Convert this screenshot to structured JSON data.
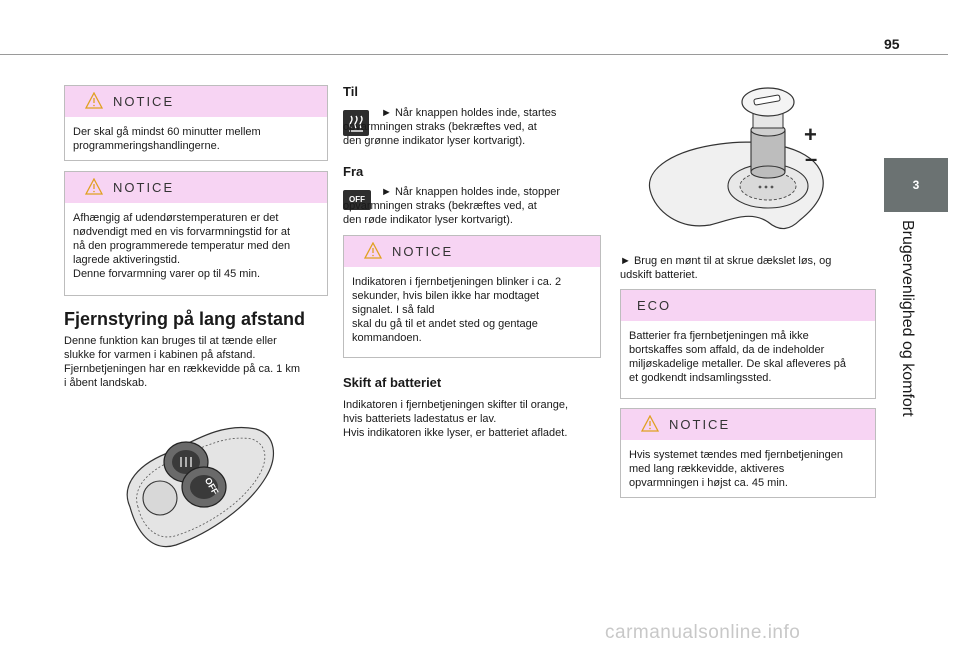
{
  "page": {
    "number": "95",
    "chapter_number": "3",
    "chapter_title": "Brugervenlighed og komfort"
  },
  "notice1": {
    "title": "NOTICE",
    "body": "Der skal gå mindst 60 minutter mellem\nprogrammeringshandlingerne."
  },
  "notice2": {
    "title": "NOTICE",
    "body": "Afhængig af udendørstemperaturen er det\nnødvendigt med en vis forvarmningstid for at\nnå den programmerede temperatur med den\nlagrede aktiveringstid.\nDenne forvarmning varer op til 45 min."
  },
  "remote_section": {
    "heading": "Fjernstyring på lang afstand",
    "body": "Denne funktion kan bruges til at tænde eller\nslukke for varmen i kabinen på afstand.\nFjernbetjeningen har en rækkevidde på ca. 1 km\ni åbent landskab."
  },
  "til": {
    "heading": "Til",
    "body": "► Når knappen holdes inde, startes\nopvarmningen straks (bekræftes ved, at\nden grønne indikator lyser kortvarigt)."
  },
  "fra": {
    "heading": "Fra",
    "icon_label": "OFF",
    "body": "► Når knappen holdes inde, stopper\nopvarmningen straks (bekræftes ved, at\nden røde indikator lyser kortvarigt)."
  },
  "notice3": {
    "title": "NOTICE",
    "body": "Indikatoren i fjernbetjeningen blinker i ca. 2\nsekunder, hvis bilen ikke har modtaget\nsignalet. I så fald\nskal du gå til et andet sted og gentage\nkommandoen."
  },
  "battery": {
    "heading": "Skift af batteriet",
    "body": "Indikatoren i fjernbetjeningen skifter til orange,\nhvis batteriets ladestatus er lav.\nHvis indikatoren ikke lyser, er batteriet afladet."
  },
  "battery_step": "► Brug en mønt til at skrue dækslet løs, og\nudskift batteriet.",
  "eco": {
    "title": "ECO",
    "body": "Batterier fra fjernbetjeningen må ikke\nbortskaffes som affald, da de indeholder\nmiljøskadelige metaller. De skal afleveres på\net godkendt indsamlingssted."
  },
  "notice4": {
    "title": "NOTICE",
    "body": "Hvis systemet tændes med fjernbetjeningen\nmed lang rækkevidde, aktiveres\nopvarmningen i højst ca. 45 min."
  },
  "figure_remote": {
    "off_label": "OFF"
  },
  "figure_battery": {
    "plus": "+",
    "minus": "–"
  },
  "watermark": "carmanualsonline.info"
}
